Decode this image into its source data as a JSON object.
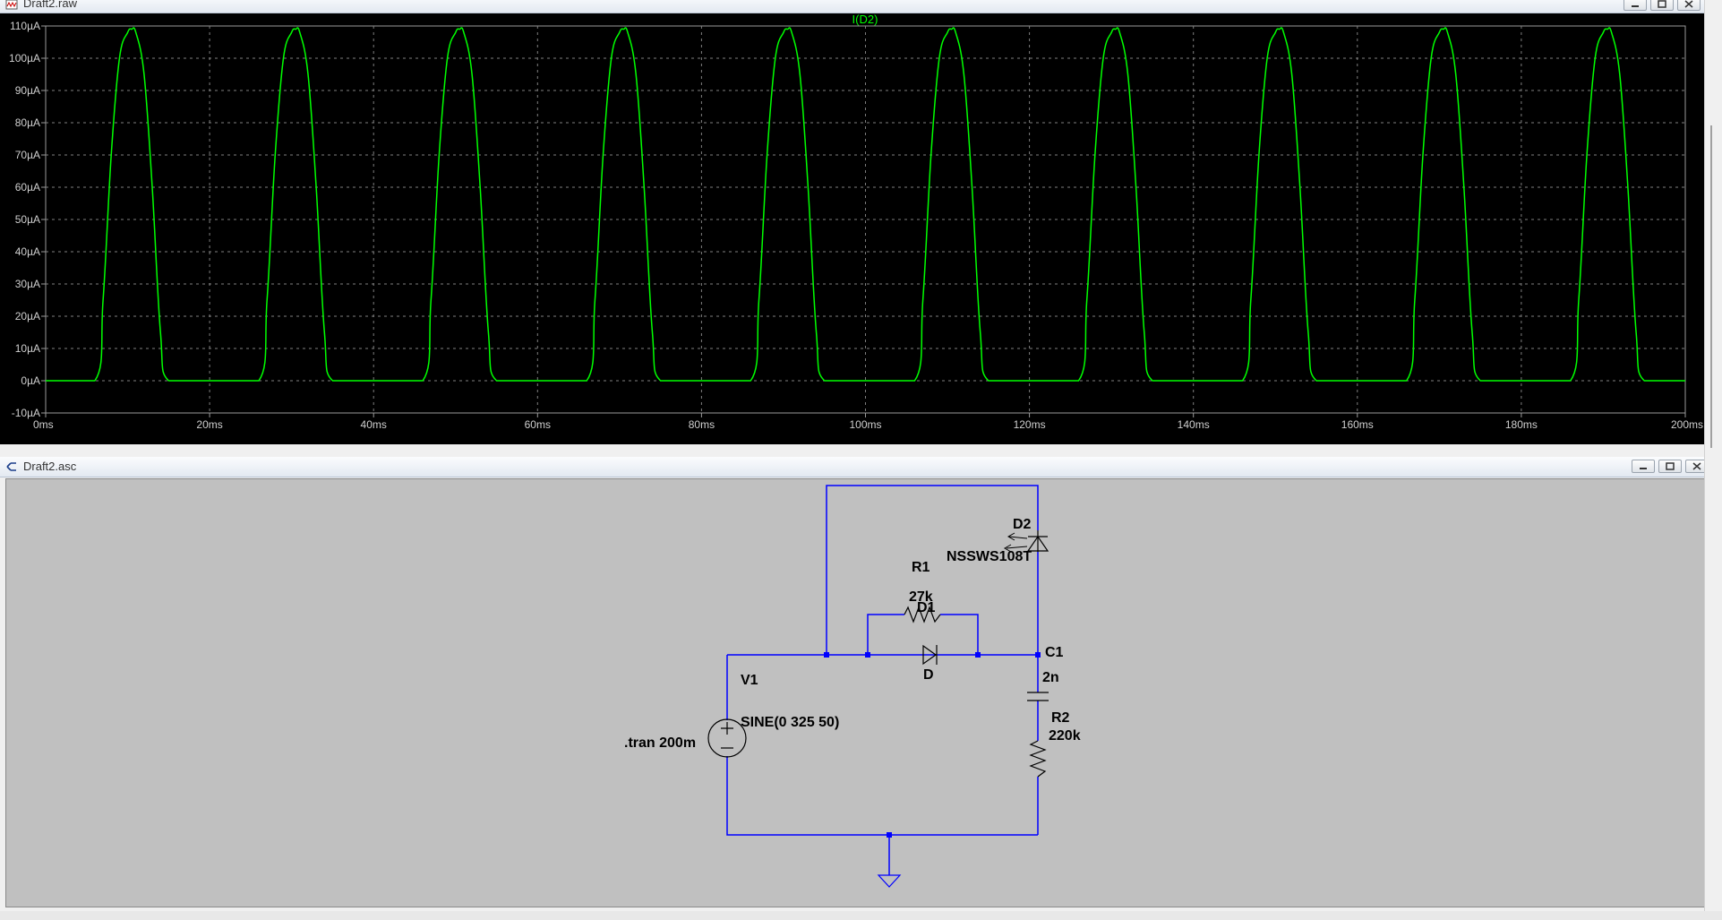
{
  "waveform_window": {
    "title": "Draft2.raw",
    "trace_label": "I(D2)",
    "trace_color": "#00ff00",
    "background_color": "#000000",
    "grid_color": "#7f7f7f",
    "y_ticks": [
      "110µA",
      "100µA",
      "90µA",
      "80µA",
      "70µA",
      "60µA",
      "50µA",
      "40µA",
      "30µA",
      "20µA",
      "10µA",
      "0µA",
      "-10µA"
    ],
    "x_ticks": [
      "0ms",
      "20ms",
      "40ms",
      "60ms",
      "80ms",
      "100ms",
      "120ms",
      "140ms",
      "160ms",
      "180ms",
      "200ms"
    ]
  },
  "chart_data": {
    "type": "line",
    "title": "I(D2)",
    "xlabel": "",
    "ylabel": "",
    "xlim": [
      0,
      200
    ],
    "ylim": [
      -10,
      110
    ],
    "x_unit": "ms",
    "y_unit": "µA",
    "grid": true,
    "series": [
      {
        "name": "I(D2)",
        "color": "#00ff00",
        "x": [
          0,
          6,
          7,
          8,
          9,
          10,
          10.5,
          11,
          12,
          13,
          14,
          15,
          20,
          26,
          27,
          28,
          29,
          30,
          30.5,
          31,
          32,
          33,
          34,
          35,
          40,
          46,
          47,
          48,
          49,
          50,
          50.5,
          51,
          52,
          53,
          54,
          55,
          60,
          66,
          67,
          68,
          69,
          70,
          70.5,
          71,
          72,
          73,
          74,
          75,
          80,
          86,
          87,
          88,
          89,
          90,
          90.5,
          91,
          92,
          93,
          94,
          95,
          100,
          106,
          107,
          108,
          109,
          110,
          110.5,
          111,
          112,
          113,
          114,
          115,
          120,
          126,
          127,
          128,
          129,
          130,
          130.5,
          131,
          132,
          133,
          134,
          135,
          140,
          146,
          147,
          148,
          149,
          150,
          150.5,
          151,
          152,
          153,
          154,
          155,
          160,
          166,
          167,
          168,
          169,
          170,
          170.5,
          171,
          172,
          173,
          174,
          175,
          180,
          186,
          187,
          188,
          189,
          190,
          190.5,
          191,
          192,
          193,
          194,
          195,
          200
        ],
        "y": [
          0,
          0,
          25,
          70,
          100,
          108,
          109,
          108,
          95,
          60,
          15,
          0,
          0,
          0,
          25,
          70,
          100,
          108,
          109,
          108,
          95,
          60,
          15,
          0,
          0,
          0,
          25,
          70,
          100,
          108,
          109,
          108,
          95,
          60,
          15,
          0,
          0,
          0,
          25,
          70,
          100,
          108,
          109,
          108,
          95,
          60,
          15,
          0,
          0,
          0,
          25,
          70,
          100,
          108,
          109,
          108,
          95,
          60,
          15,
          0,
          0,
          0,
          25,
          70,
          100,
          108,
          109,
          108,
          95,
          60,
          15,
          0,
          0,
          0,
          25,
          70,
          100,
          108,
          109,
          108,
          95,
          60,
          15,
          0,
          0,
          0,
          25,
          70,
          100,
          108,
          109,
          108,
          95,
          60,
          15,
          0,
          0,
          0,
          25,
          70,
          100,
          108,
          109,
          108,
          95,
          60,
          15,
          0,
          0,
          0,
          25,
          70,
          100,
          108,
          109,
          108,
          95,
          60,
          15,
          0,
          0
        ]
      }
    ]
  },
  "schematic_window": {
    "title": "Draft2.asc",
    "wire_color": "#0000ff",
    "background_color": "#c0c0c0",
    "components": {
      "d2": {
        "name": "D2",
        "value": "NSSWS108T"
      },
      "r1": {
        "name": "R1",
        "value": "27k"
      },
      "d1": {
        "name": "D1",
        "value": "D"
      },
      "c1": {
        "name": "C1",
        "value": "2n"
      },
      "r2": {
        "name": "R2",
        "value": "220k"
      },
      "v1": {
        "name": "V1",
        "value": "SINE(0 325 50)"
      }
    },
    "directive": ".tran 200m"
  }
}
